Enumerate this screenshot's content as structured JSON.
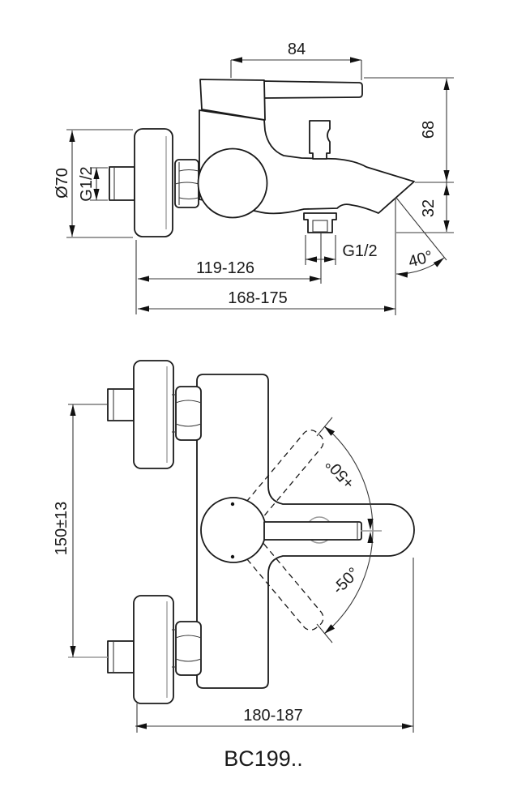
{
  "model": "BC199..",
  "side_view": {
    "handle_length": "84",
    "height_above_spout": "68",
    "spout_drop": "32",
    "rosette_diameter": "Ø70",
    "inlet_thread": "G1/2",
    "shower_outlet_thread": "G1/2",
    "wall_to_shower_outlet": "119-126",
    "wall_to_spout_tip": "168-175",
    "spout_angle": "40°"
  },
  "front_view": {
    "inlet_centre_distance": "150±13",
    "overall_width": "180-187",
    "handle_swing_up": "+50°",
    "handle_swing_down": "-50°"
  },
  "colors": {
    "line": "#1a1a1a",
    "thin_line": "#3a3a3a",
    "auxiliary_gray": "#9a9a9a",
    "background": "#ffffff"
  }
}
